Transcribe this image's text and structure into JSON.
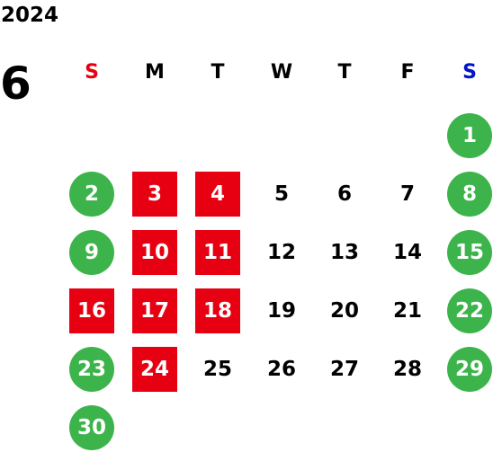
{
  "header": {
    "year": "2024",
    "month": "6"
  },
  "colors": {
    "sunday_label": "#e60012",
    "saturday_label": "#0014c8",
    "weekday_label": "#000000",
    "holiday_circle": "#3cb44b",
    "closed_square": "#e60012",
    "normal_day": "#000000"
  },
  "weekdays": [
    "S",
    "M",
    "T",
    "W",
    "T",
    "F",
    "S"
  ],
  "weeks": [
    [
      null,
      null,
      null,
      null,
      null,
      null,
      {
        "day": "1",
        "type": "holiday"
      }
    ],
    [
      {
        "day": "2",
        "type": "holiday"
      },
      {
        "day": "3",
        "type": "closed"
      },
      {
        "day": "4",
        "type": "closed"
      },
      {
        "day": "5",
        "type": "normal"
      },
      {
        "day": "6",
        "type": "normal"
      },
      {
        "day": "7",
        "type": "normal"
      },
      {
        "day": "8",
        "type": "holiday"
      }
    ],
    [
      {
        "day": "9",
        "type": "holiday"
      },
      {
        "day": "10",
        "type": "closed"
      },
      {
        "day": "11",
        "type": "closed"
      },
      {
        "day": "12",
        "type": "normal"
      },
      {
        "day": "13",
        "type": "normal"
      },
      {
        "day": "14",
        "type": "normal"
      },
      {
        "day": "15",
        "type": "holiday"
      }
    ],
    [
      {
        "day": "16",
        "type": "closed"
      },
      {
        "day": "17",
        "type": "closed"
      },
      {
        "day": "18",
        "type": "closed"
      },
      {
        "day": "19",
        "type": "normal"
      },
      {
        "day": "20",
        "type": "normal"
      },
      {
        "day": "21",
        "type": "normal"
      },
      {
        "day": "22",
        "type": "holiday"
      }
    ],
    [
      {
        "day": "23",
        "type": "holiday"
      },
      {
        "day": "24",
        "type": "closed"
      },
      {
        "day": "25",
        "type": "normal"
      },
      {
        "day": "26",
        "type": "normal"
      },
      {
        "day": "27",
        "type": "normal"
      },
      {
        "day": "28",
        "type": "normal"
      },
      {
        "day": "29",
        "type": "holiday"
      }
    ],
    [
      {
        "day": "30",
        "type": "holiday"
      },
      null,
      null,
      null,
      null,
      null,
      null
    ]
  ]
}
